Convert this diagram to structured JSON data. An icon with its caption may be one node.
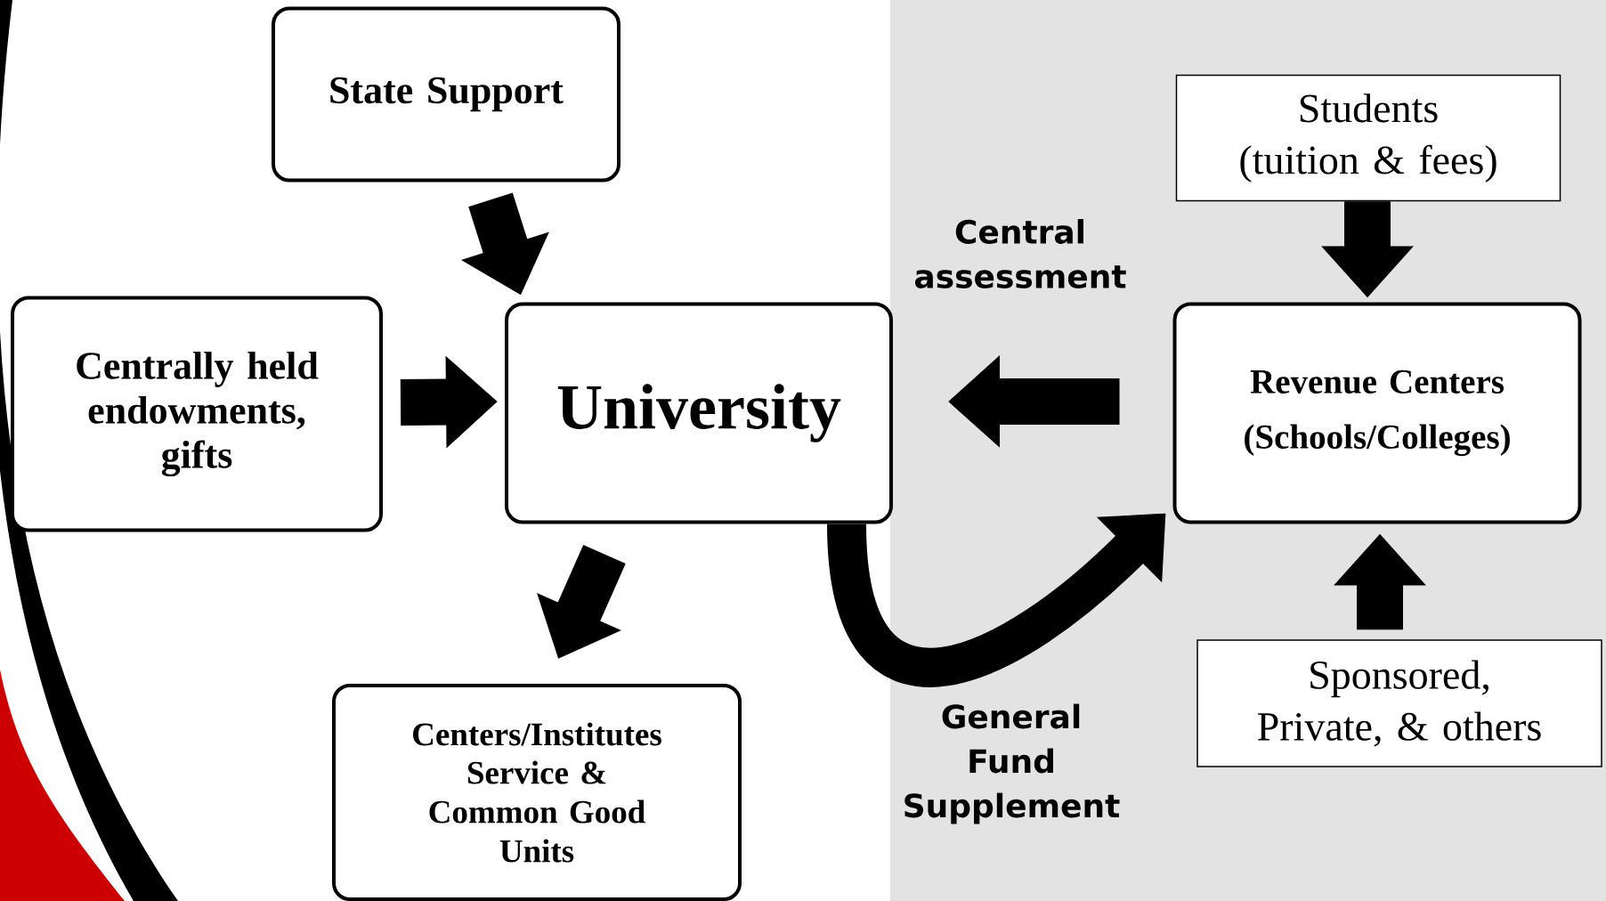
{
  "diagram": {
    "nodes": [
      {
        "text": [
          "State Support"
        ]
      },
      {
        "text": [
          "Centrally held endowments, gifts"
        ]
      },
      {
        "text": [
          "University"
        ]
      },
      {
        "text": [
          "Revenue Centers (Schools/Colleges)"
        ]
      },
      {
        "text": [
          "Students (tuition & fees)"
        ]
      },
      {
        "text": [
          "Sponsored, Private, & others"
        ]
      },
      {
        "text": [
          "Centers/Institutes",
          "Service & Common Good Units"
        ]
      }
    ],
    "edges": [
      {
        "from": 0,
        "to": 2,
        "arrow": "to"
      },
      {
        "from": 1,
        "to": 2,
        "arrow": "to"
      },
      {
        "from": 3,
        "to": 2,
        "arrow": "to",
        "label": "Central assessment"
      },
      {
        "from": 2,
        "to": 3,
        "arrow": "to",
        "label": "General Fund Supplement"
      },
      {
        "from": 4,
        "to": 3,
        "arrow": "to"
      },
      {
        "from": 5,
        "to": 3,
        "arrow": "to"
      },
      {
        "from": 2,
        "to": 6,
        "arrow": "to"
      }
    ]
  }
}
